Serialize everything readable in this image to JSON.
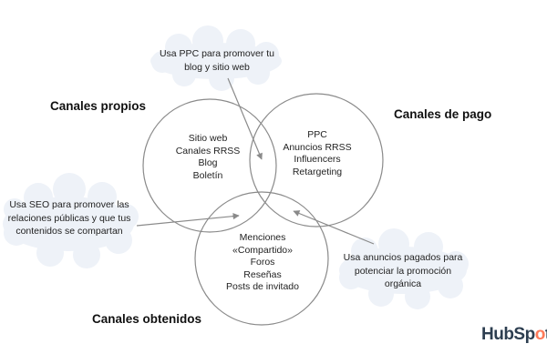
{
  "groups": {
    "owned": "Canales propios",
    "paid": "Canales de pago",
    "earned": "Canales obtenidos"
  },
  "circles": {
    "owned": [
      "Sitio web",
      "Canales RRSS",
      "Blog",
      "Boletín"
    ],
    "paid": [
      "PPC",
      "Anuncios RRSS",
      "Influencers",
      "Retargeting"
    ],
    "earned": [
      "Menciones",
      "«Compartido»",
      "Foros",
      "Reseñas",
      "Posts de invitado"
    ]
  },
  "callouts": {
    "ppc": "Usa PPC para promover tu blog y sitio web",
    "seo": "Usa SEO para promover las relaciones públicas y que tus contenidos se compartan",
    "ads": "Usa anuncios pagados para potenciar la promoción orgánica"
  },
  "logo": {
    "prefix": "HubSp",
    "o": "o",
    "suffix": "t"
  },
  "colors": {
    "circle_stroke": "#8a8a8a",
    "cloud_fill": "#eef2f8",
    "arrow": "#8a8a8a",
    "hubspot_orange": "#ff7a59",
    "hubspot_dark": "#2d3e50"
  }
}
